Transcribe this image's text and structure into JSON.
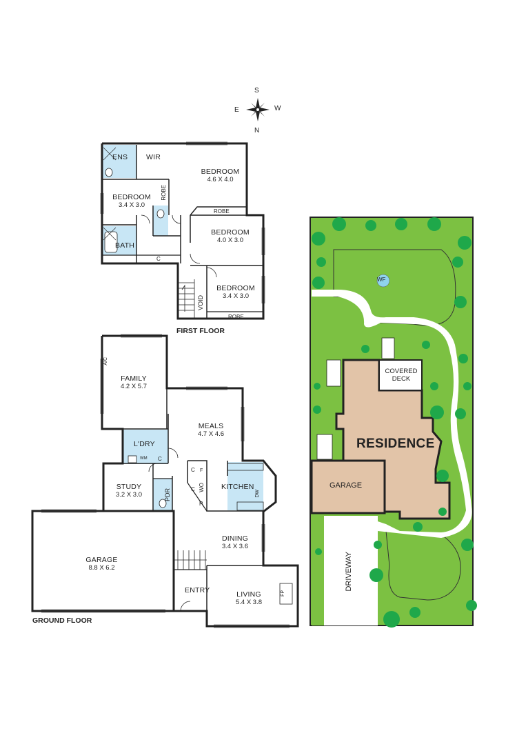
{
  "compass": {
    "north": "N",
    "south": "S",
    "east": "E",
    "west": "W"
  },
  "first_floor": {
    "title": "FIRST FLOOR",
    "ens": "ENS",
    "wir": "WIR",
    "bath": "BATH",
    "robe_vertical": "ROBE",
    "robe_top": "ROBE",
    "robe_bottom": "ROBE",
    "cupboard": "C",
    "void": "VOID",
    "bed_main": {
      "name": "BEDROOM",
      "dims": "4.6 X 4.0"
    },
    "bed_left": {
      "name": "BEDROOM",
      "dims": "3.4 X 3.0"
    },
    "bed_mid": {
      "name": "BEDROOM",
      "dims": "4.0 X 3.0"
    },
    "bed_low": {
      "name": "BEDROOM",
      "dims": "3.4 X 3.0"
    }
  },
  "ground_floor": {
    "title": "GROUND FLOOR",
    "family": {
      "name": "FAMILY",
      "dims": "4.2 X 5.7"
    },
    "meals": {
      "name": "MEALS",
      "dims": "4.7 X 4.6"
    },
    "study": {
      "name": "STUDY",
      "dims": "3.2 X 3.0"
    },
    "garage": {
      "name": "GARAGE",
      "dims": "8.8 X 6.2"
    },
    "dining": {
      "name": "DINING",
      "dims": "3.4 X 3.6"
    },
    "living": {
      "name": "LIVING",
      "dims": "5.4 X 3.8"
    },
    "laundry": "L'DRY",
    "kitchen": "KITCHEN",
    "entry": "ENTRY",
    "powder": "PDR",
    "wo": "WO",
    "pantry": "P",
    "cupboard": "C",
    "ac": "A/C",
    "dw": "DW",
    "wm": "WM",
    "fp": "FP",
    "f": "F"
  },
  "site": {
    "residence": "RESIDENCE",
    "covered_deck": "COVERED\nDECK",
    "garage": "GARAGE",
    "driveway": "DRIVEWAY",
    "wf": "WF"
  },
  "colors": {
    "wall": "#222222",
    "wet_area": "#c8e6f5",
    "lawn": "#7cc142",
    "tree": "#1fa84a",
    "residence": "#e2c4a8",
    "path": "#ffffff"
  }
}
